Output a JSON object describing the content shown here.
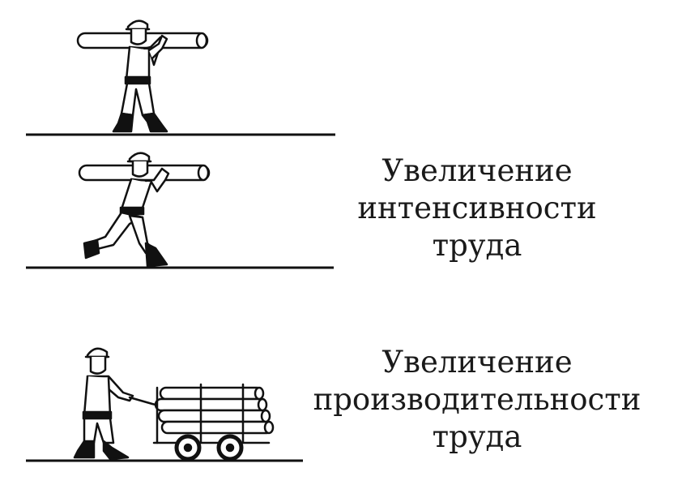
{
  "captions": {
    "intensity": {
      "lines": [
        "Увеличение",
        "интенсивности",
        "труда"
      ]
    },
    "productivity": {
      "lines": [
        "Увеличение",
        "производительности",
        "труда"
      ]
    }
  },
  "colors": {
    "ink": "#111111",
    "background": "#ffffff"
  }
}
